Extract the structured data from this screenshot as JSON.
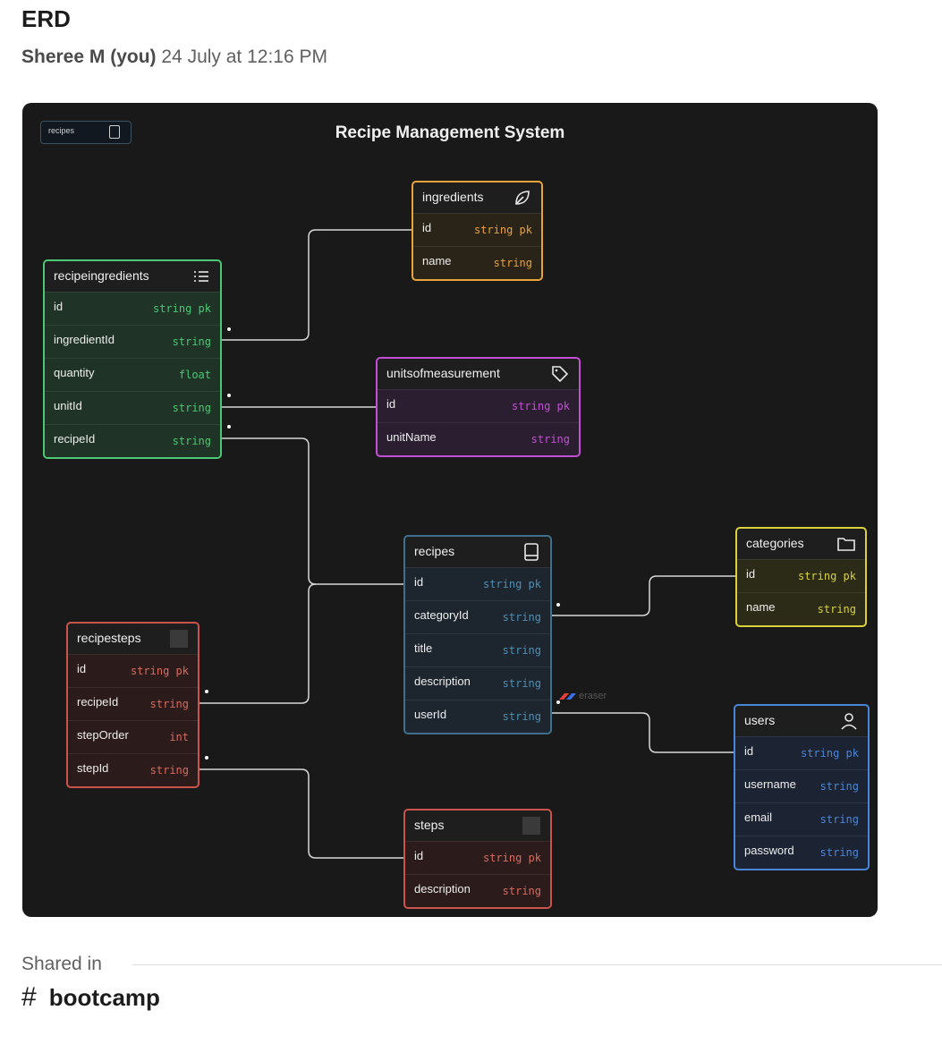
{
  "file": {
    "title": "ERD",
    "author": "Sheree M (you)",
    "timestamp": "24 July at 12:16 PM"
  },
  "diagram": {
    "title": "Recipe Management System",
    "thumbnail_label": "recipes",
    "watermark": "eraser",
    "tables": {
      "ingredients": {
        "name": "ingredients",
        "icon": "leaf-icon",
        "color": "#e8a33d",
        "rows": [
          {
            "field": "id",
            "type": "string pk"
          },
          {
            "field": "name",
            "type": "string"
          }
        ]
      },
      "recipeingredients": {
        "name": "recipeingredients",
        "icon": "list-icon",
        "color": "#4cc774",
        "rows": [
          {
            "field": "id",
            "type": "string pk"
          },
          {
            "field": "ingredientId",
            "type": "string"
          },
          {
            "field": "quantity",
            "type": "float"
          },
          {
            "field": "unitId",
            "type": "string"
          },
          {
            "field": "recipeId",
            "type": "string"
          }
        ]
      },
      "unitsofmeasurement": {
        "name": "unitsofmeasurement",
        "icon": "tag-icon",
        "color": "#c44fd6",
        "rows": [
          {
            "field": "id",
            "type": "string pk"
          },
          {
            "field": "unitName",
            "type": "string"
          }
        ]
      },
      "recipes": {
        "name": "recipes",
        "icon": "book-icon",
        "color": "#3f6f8c",
        "rows": [
          {
            "field": "id",
            "type": "string pk"
          },
          {
            "field": "categoryId",
            "type": "string"
          },
          {
            "field": "title",
            "type": "string"
          },
          {
            "field": "description",
            "type": "string"
          },
          {
            "field": "userId",
            "type": "string"
          }
        ]
      },
      "categories": {
        "name": "categories",
        "icon": "folder-icon",
        "color": "#d9d23a",
        "rows": [
          {
            "field": "id",
            "type": "string pk"
          },
          {
            "field": "name",
            "type": "string"
          }
        ]
      },
      "recipesteps": {
        "name": "recipesteps",
        "icon": "square-icon",
        "color": "#c9544b",
        "rows": [
          {
            "field": "id",
            "type": "string pk"
          },
          {
            "field": "recipeId",
            "type": "string"
          },
          {
            "field": "stepOrder",
            "type": "int"
          },
          {
            "field": "stepId",
            "type": "string"
          }
        ]
      },
      "users": {
        "name": "users",
        "icon": "user-icon",
        "color": "#4a86d8",
        "rows": [
          {
            "field": "id",
            "type": "string pk"
          },
          {
            "field": "username",
            "type": "string"
          },
          {
            "field": "email",
            "type": "string"
          },
          {
            "field": "password",
            "type": "string"
          }
        ]
      },
      "steps": {
        "name": "steps",
        "icon": "square-icon",
        "color": "#c9544b",
        "rows": [
          {
            "field": "id",
            "type": "string pk"
          },
          {
            "field": "description",
            "type": "string"
          }
        ]
      }
    }
  },
  "footer": {
    "shared_in_label": "Shared in",
    "channel_hash": "#",
    "channel_name": "bootcamp"
  }
}
